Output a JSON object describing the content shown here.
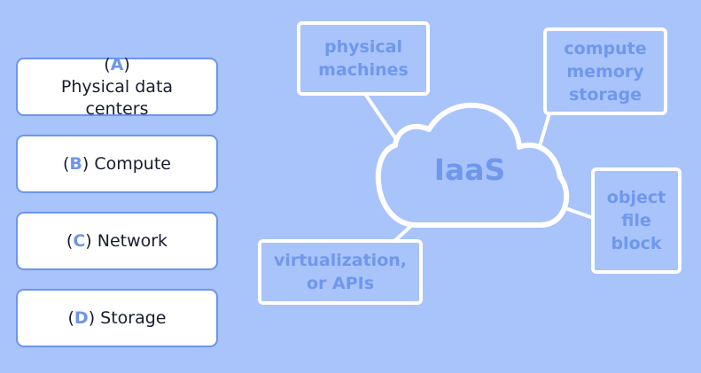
{
  "options": [
    {
      "letter": "A",
      "label": "Physical data centers"
    },
    {
      "letter": "B",
      "label": "Compute"
    },
    {
      "letter": "C",
      "label": "Network"
    },
    {
      "letter": "D",
      "label": "Storage"
    }
  ],
  "diagram": {
    "center": "IaaS",
    "nodes": {
      "physical": "physical\nmachines",
      "compute": "compute\nmemory\nstorage",
      "object": "object\nfile\nblock",
      "virtual": "virtualization,\nor APIs"
    }
  },
  "colors": {
    "background": "#a9c3fb",
    "accent": "#6c95ec",
    "outline": "#ffffff"
  }
}
